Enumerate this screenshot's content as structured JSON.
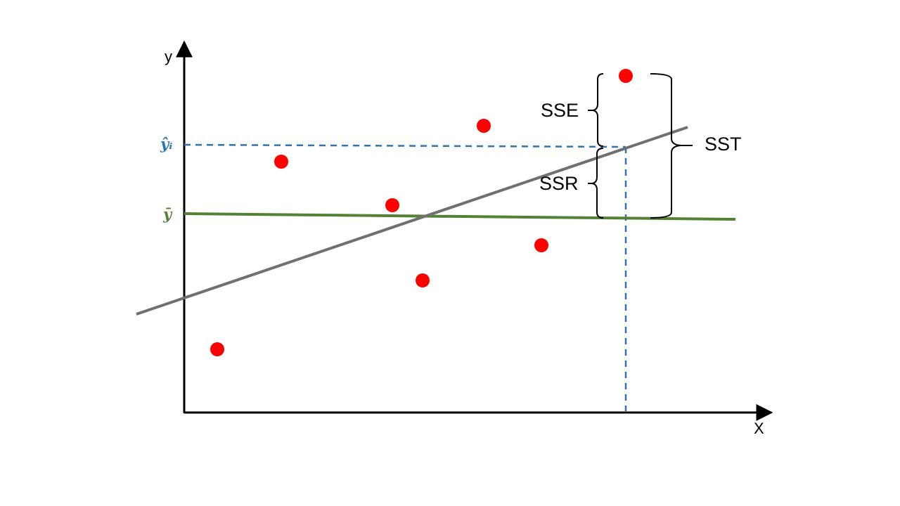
{
  "diagram": {
    "axes": {
      "x_label": "X",
      "y_label": "y"
    },
    "reference_labels": {
      "y_hat": "ŷᵢ",
      "y_bar": "ȳ"
    },
    "brackets": {
      "sse_label": "SSE",
      "ssr_label": "SSR",
      "sst_label": "SST"
    },
    "colors": {
      "points": "#ff0000",
      "regression_line": "#707070",
      "mean_line": "#548235",
      "dashed_guides": "#2e75b6",
      "axes": "#000000",
      "y_hat_label": "#2e75b6",
      "y_bar_label": "#548235"
    }
  }
}
